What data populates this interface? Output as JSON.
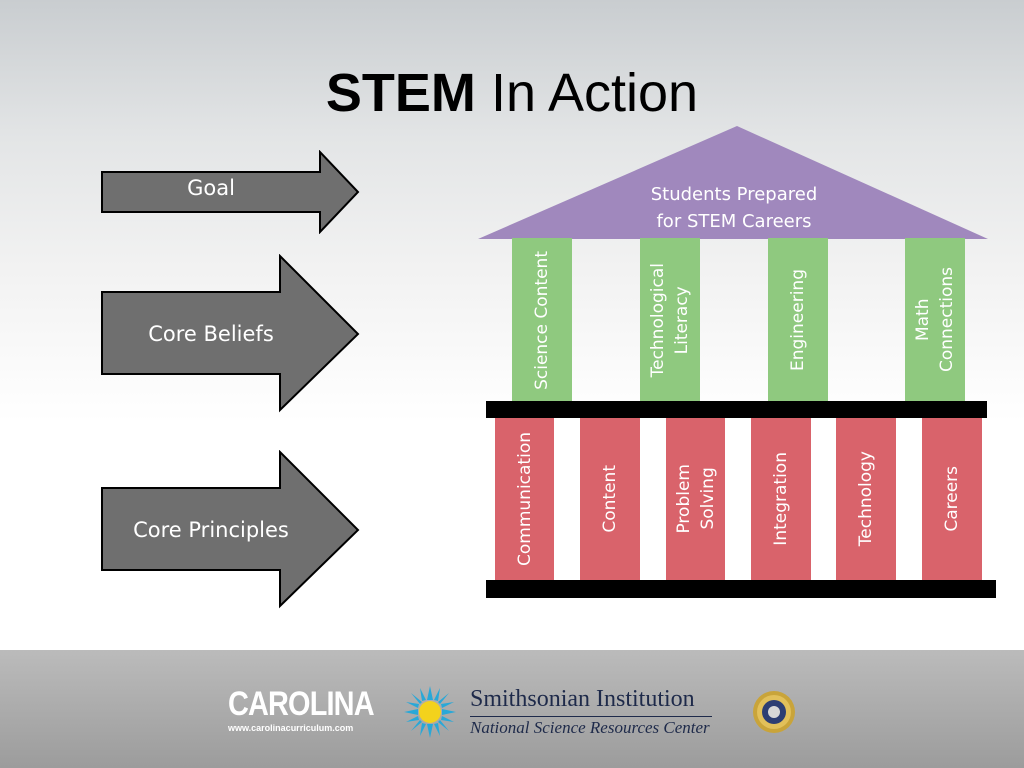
{
  "title": {
    "bold": "STEM",
    "rest": "In Action"
  },
  "arrows": [
    {
      "label": "Goal"
    },
    {
      "label": "Core Beliefs"
    },
    {
      "label": "Core Principles"
    }
  ],
  "roof": {
    "line1": "Students Prepared",
    "line2": "for STEM Careers"
  },
  "upper_pillars": [
    {
      "line1": "Science Content"
    },
    {
      "line1": "Technological",
      "line2": "Literacy"
    },
    {
      "line1": "Engineering"
    },
    {
      "line1": "Math",
      "line2": "Connections"
    }
  ],
  "lower_pillars": [
    {
      "line1": "Communication"
    },
    {
      "line1": "Content"
    },
    {
      "line1": "Problem",
      "line2": "Solving"
    },
    {
      "line1": "Integration"
    },
    {
      "line1": "Technology"
    },
    {
      "line1": "Careers"
    }
  ],
  "footer": {
    "carolina": {
      "word": "CAROLINA",
      "url": "www.carolinacurriculum.com"
    },
    "smithsonian": {
      "name": "Smithsonian Institution",
      "sub": "National Science Resources Center"
    }
  },
  "colors": {
    "arrow_fill": "#6f6f6f",
    "roof": "#a088bd",
    "upper_pillar": "#8fc97f",
    "lower_pillar": "#d9636b",
    "beam": "#000000",
    "footer": "#a3a3a3"
  }
}
